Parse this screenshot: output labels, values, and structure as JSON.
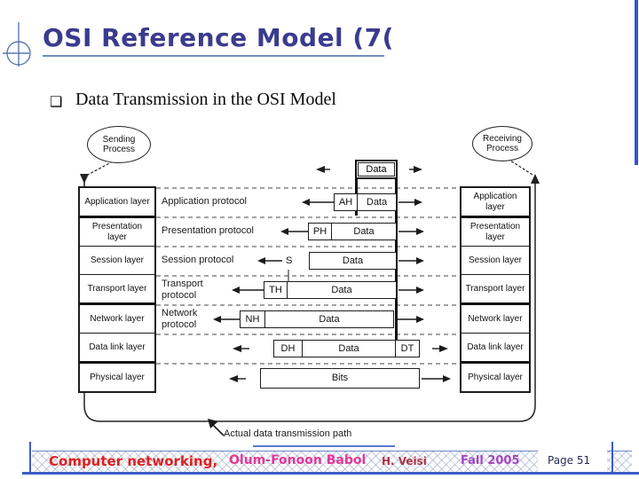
{
  "slide": {
    "title": "OSI Reference Model (7(",
    "bullet_glyph": "❑",
    "bullet_text": "Data Transmission in the OSI Model"
  },
  "diagram": {
    "sending_process": "Sending Process",
    "receiving_process": "Receiving Process",
    "layers": [
      "Application layer",
      "Presentation layer",
      "Session layer",
      "Transport layer",
      "Network layer",
      "Data link layer",
      "Physical layer"
    ],
    "protocols": [
      "Application protocol",
      "Presentation protocol",
      "Session protocol",
      "Transport protocol",
      "Network protocol"
    ],
    "headers": {
      "application": "AH",
      "presentation": "PH",
      "session": "S",
      "transport": "TH",
      "network": "NH",
      "datalink_header": "DH",
      "datalink_trailer": "DT"
    },
    "data_label": "Data",
    "bits_label": "Bits",
    "caption": "Actual data transmission path"
  },
  "footer": {
    "course": "Computer networking,",
    "institute": "Olum-Fonoon Babol",
    "author": "H. Veisi",
    "term": "Fall 2005",
    "page": "Page 51"
  },
  "colors": {
    "title": "#3b3b8f",
    "accent_blue": "#3b5cc8",
    "footer_course": "#e02020",
    "footer_institute": "#e0389a",
    "footer_author": "#b03345",
    "footer_term": "#a347c2",
    "footer_page": "#232a52"
  }
}
